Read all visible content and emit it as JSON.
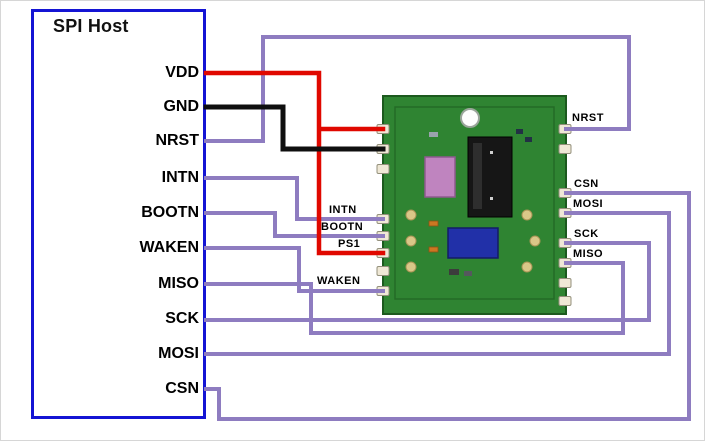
{
  "host": {
    "title": "SPI Host",
    "pins": [
      "VDD",
      "GND",
      "NRST",
      "INTN",
      "BOOTN",
      "WAKEN",
      "MISO",
      "SCK",
      "MOSI",
      "CSN"
    ]
  },
  "module": {
    "pins_left": [
      "INTN",
      "BOOTN",
      "PS1",
      "WAKEN"
    ],
    "pins_right": [
      "NRST",
      "CSN",
      "MOSI",
      "SCK",
      "MISO"
    ]
  },
  "wires": {
    "colors": {
      "power": "#e00800",
      "ground": "#0f0f0f",
      "signal": "#8e7cc0",
      "host_border": "#1414d4",
      "pcb_green": "#2f8432"
    },
    "connections": [
      {
        "host_pin": "VDD",
        "module_pin": "",
        "wire": "red"
      },
      {
        "host_pin": "VDD",
        "module_pin": "PS1",
        "wire": "red"
      },
      {
        "host_pin": "GND",
        "module_pin": "",
        "wire": "black"
      },
      {
        "host_pin": "NRST",
        "module_pin": "NRST",
        "wire": "purple"
      },
      {
        "host_pin": "INTN",
        "module_pin": "INTN",
        "wire": "purple"
      },
      {
        "host_pin": "BOOTN",
        "module_pin": "BOOTN",
        "wire": "purple"
      },
      {
        "host_pin": "WAKEN",
        "module_pin": "WAKEN",
        "wire": "purple"
      },
      {
        "host_pin": "MISO",
        "module_pin": "MISO",
        "wire": "purple"
      },
      {
        "host_pin": "SCK",
        "module_pin": "SCK",
        "wire": "purple"
      },
      {
        "host_pin": "MOSI",
        "module_pin": "MOSI",
        "wire": "purple"
      },
      {
        "host_pin": "CSN",
        "module_pin": "CSN",
        "wire": "purple"
      }
    ]
  }
}
